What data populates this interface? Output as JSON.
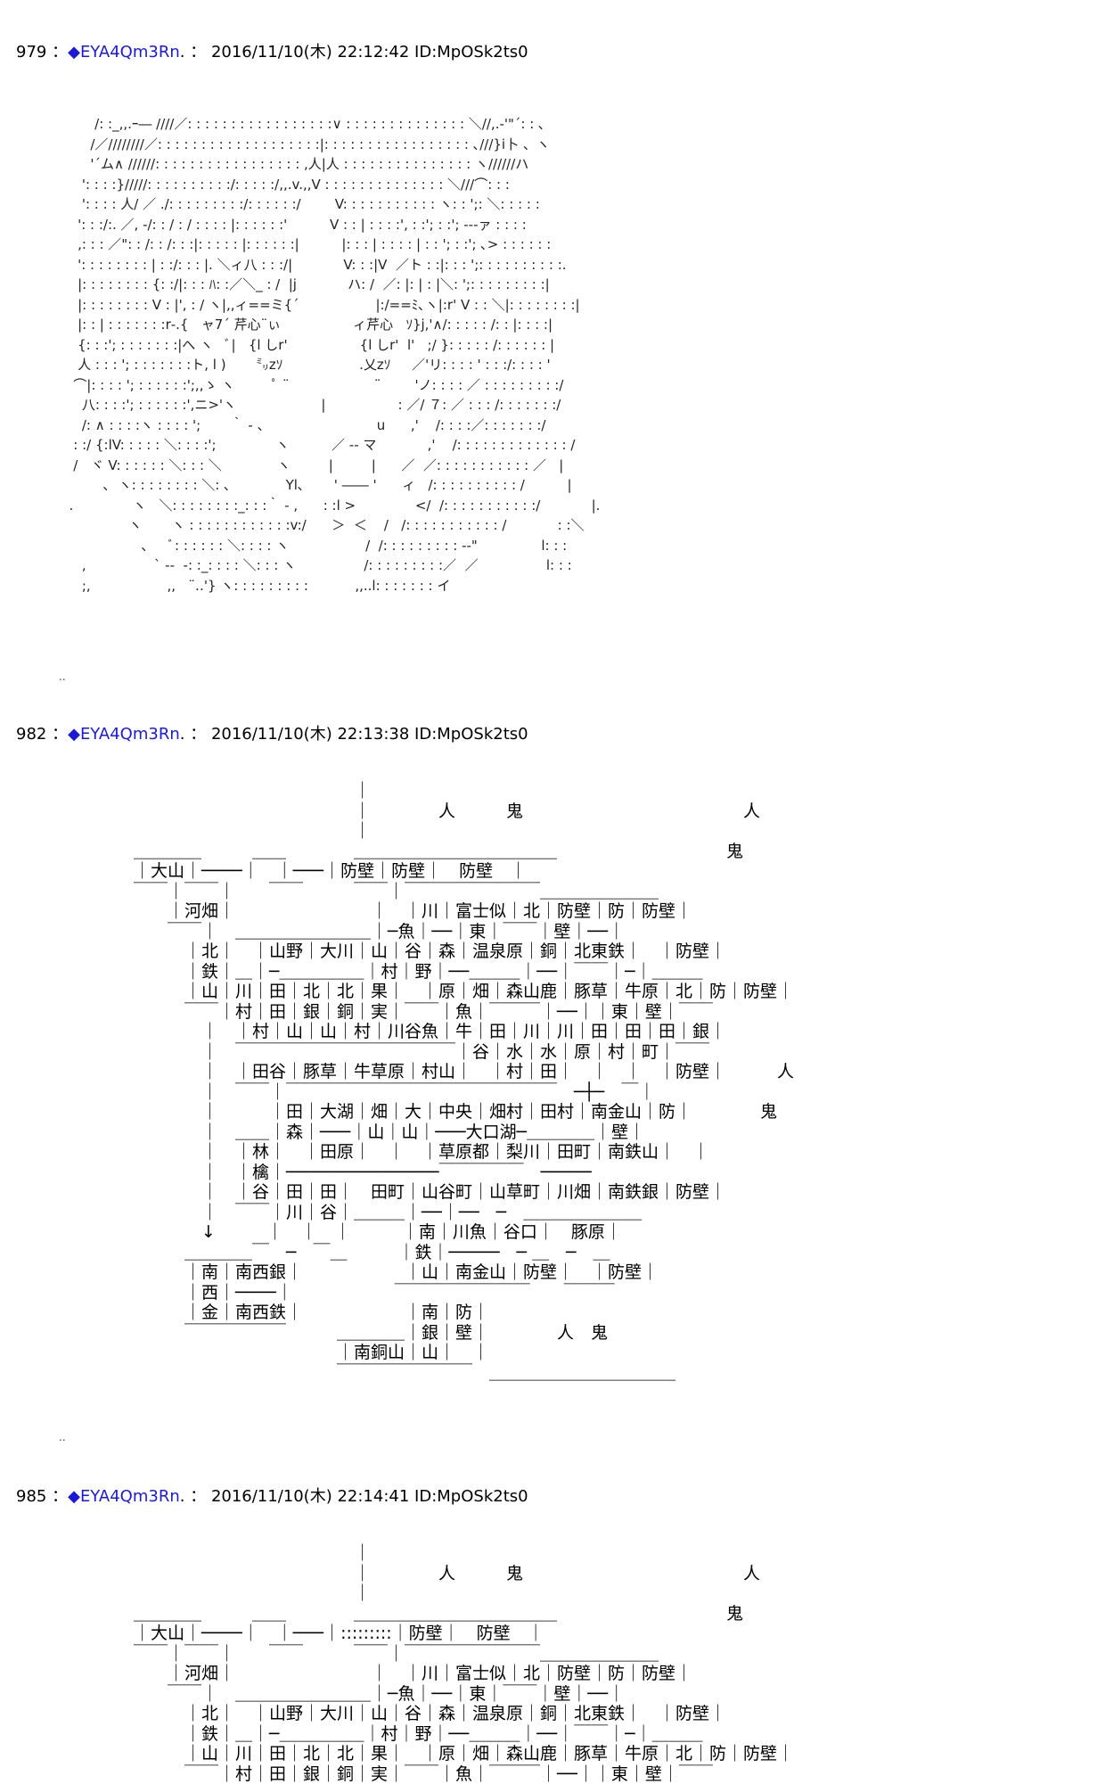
{
  "posts": [
    {
      "number": "979",
      "separator": "：",
      "diamond": "◆",
      "trip": "EYA4Qm3Rn",
      "trip_suffix": ". ：",
      "datetime": "2016/11/10(木) 22:12:42",
      "id": "ID:MpOSk2ts0",
      "aa_lines": [
        "        /: :_,,.ｰ― ////／: : : : : : : : : : : : : : : : :∨ : : : : : : : : : : : : : : ＼//,.-'\"´: : ､",
        "       /／////////／: : : : : : : : : : : : : : : : : : :|: : : : : : : : : : : : : : : : : ､///}i卜 、ヽ",
        "       '´ム∧ //////: : : : : : : : : : : : : : : : : ,人|人 : : : : : : : : : : : : : : : ヽ//////ハ",
        "     ': : : :}/////: : : : : : : : : :/: : : : :/,,.v.,,V : : : : : : : : : : : : : : ＼///⌒: : :",
        "     ': : : : 人/ ／ ./: : : : : : : : :/: : : : : :/        V: : : : : : : : : : : ヽ: : ';: ＼: : : : :",
        "    ': : :/:. ／, -/: : / : / : : : : |: : : : : :'          V : : | : : : :', : :'; : :'; ‐‐‐ァ : : : :",
        "    ,: : : ／\": : /: : /: : :|: : : : : |: : : : : :|          |: : : | : : : : | : : '; : :'; ､> : : : : : :",
        "    ': : : : : : : : | : :/: : : |. ＼ィ八 : : :/|            V: : :|V  ／ト : :|: : : ';: : : : : : : : : :.",
        "    |: : : : : : : : {: :/|: : : ﾊ: :／＼_ : /  |j            ハ: /  ／: |: | : |＼: ';: : : : : : : : :|",
        "    |: : : : : : : : V : |', : / ヽ|,,ィ==ミ{´                  |:/==ﾐ､ヽ|:r' V : : ＼|: : : : : : : :|",
        "    |: : | : : : : : : :r‐.{   ャ7´ 芹心¨ぃ                 ィ芹心   ｿ}j,'∧/: : : : : /: : |: : : :|",
        "    {: : :'; : : : : : : :|へ ヽ   ﾞ|   {l しr'                 {l しr'  l'   ;/ }: : : : : /: : : : : : |",
        "    人 : : : '; : : : : : : :ト, l )       ㍉zｿ                  .乂zｿ     ／'リ: : : : ' : : :/: : : : '",
        "   ⌒|: : : : '; : : : : : :';,,ゝ ヽ         ﾟ ¨                    ¨        'ノ: : : : ／ : : : : : : : : :/",
        "     八: : : :'; : : : : : :',ニ>'ヽ                    |                 : ／/ ７: ／ : : : /: : : : : : :/",
        "     /: ∧ : : : :ヽ : : : : ';       ｀ ‐ 、                         u      ,'    /: : : :／: : : : : : :/",
        "   : :/ {:lV: : : : : ＼: : : :';              ヽ          ／ ‐‐ マ            ,'    /: : : : : : : : : : : : : /",
        "   /   ヾ V: : : : : : ＼: : : ＼             ヽ         |         |      ／  ／: : : : : : : : : : : ／   |",
        "          ､  ヽ: : : : : : : : ＼: ､             Yl､       ' ―― '      ィ   /: : : : : : : : : : /          |",
        "  .              ヽ   ＼: : : : : : : :_: : :｀ ‐ ,      : :l >              </  /: : : : : : : : : : :/            |.",
        "                ヽ       ヽ : : : : : : : : : : : :v:/      ＞  ＜    /   /: : : : : : : : : : : /            : :＼",
        "                   ､     ﾞ: : : : : : ＼: : : : ヽ                  /  /: : : : : : : : : -‐\"               l: : :",
        "     ,                ` ‐-  -: :_: : : : ＼: : : ヽ                /: : : : : : : : :／  ／                l: : :",
        "     ;,                  ,,   ¨‥'} ヽ: : : : : : : : :           ,,..l: : : : : : : イ"
      ],
      "trailer": ".."
    },
    {
      "number": "982",
      "separator": "：",
      "diamond": "◆",
      "trip": "EYA4Qm3Rn",
      "trip_suffix": ". ：",
      "datetime": "2016/11/10(木) 22:13:38",
      "id": "ID:MpOSk2ts0",
      "aa_lines": [
        "　　　　　　　　　　　　　｜",
        "　　　　　　　　　　　　　｜　　　　人　　　鬼　　　　　　　　　　　　　人",
        "　　　　　　　　　　　　　｜",
        "＿＿＿＿　　　＿＿　　　　＿＿＿＿＿＿＿＿＿＿＿＿　　　　　　　　　　鬼",
        "｜大山｜────｜　｜───｜防壁｜防壁｜　防壁　｜",
        "￣￣｜￣￣｜　　￣￣　　　￣￣｜￣￣￣￣￣￣￣￣＿＿＿＿＿＿＿",
        "　　｜河畑｜　　　　　　　　｜　｜川｜富士似｜北｜防壁｜防｜防壁｜",
        "　　￣￣｜　＿＿＿＿＿＿＿＿｜─魚｜──｜東｜￣￣｜壁｜──｜",
        "　　　｜北｜　｜山野｜大川｜山｜谷｜森｜温泉原｜銅｜北東鉄｜　｜防壁｜",
        "　　　｜鉄｜＿｜─＿＿＿＿＿｜村｜野｜──＿＿＿｜──｜￣￣｜─｜＿＿＿",
        "　　　｜山｜川｜田｜北｜北｜果｜　｜原｜畑｜森山鹿｜豚草｜牛原｜北｜防｜防壁｜",
        "　　　￣￣｜村｜田｜銀｜銅｜実｜￣￣｜魚｜￣￣￣｜──｜｜東｜壁｜￣￣",
        "　　　　｜　｜村｜山｜山｜村｜川谷魚｜牛｜田｜川｜川｜田｜田｜田｜銀｜",
        "　　　　｜　￣￣￣￣￣￣￣￣￣￣￣￣￣｜谷｜水｜水｜原｜村｜町｜￣￣",
        "　　　　｜　｜田谷｜豚草｜牛草原｜村山｜　｜村｜田｜　｜　｜　｜防壁｜　　　人",
        "　　　　｜　￣￣｜￣￣￣￣￣￣￣￣￣￣￣￣￣￣￣￣　─┼─　￣｜",
        "　　　　｜　　　｜田｜大湖｜畑｜大｜中央｜畑村｜田村｜南金山｜防｜　　　　鬼",
        "　　　　｜　＿＿｜森｜───｜山｜山｜───大口湖─＿＿＿＿｜壁｜",
        "　　　　｜　｜林｜　｜田原｜　｜　｜草原都｜梨川｜田町｜南鉄山｜　｜",
        "　　　　｜　｜檎｜───────────────￣￣￣￣￣　─────",
        "　　　　｜　｜谷｜田｜田｜　田町｜山谷町｜山草町｜川畑｜南鉄銀｜防壁｜",
        "　　　　｜　￣￣｜川｜谷｜＿＿＿｜──｜──　─　＿＿＿＿＿＿＿",
        "　　　　↓　　　｜　｜　｜　　　｜南｜川魚｜谷口｜　豚原｜",
        "　　　＿＿＿＿￣　─　￣＿　　　｜鉄｜─────　─ ＿　─　＿",
        "　　　｜南｜南西銀｜　　　　　　｜山｜南金山｜防壁｜　｜防壁｜",
        "　　　｜西｜────｜　　　　　　￣￣￣￣￣￣￣￣　　￣￣￣",
        "　　　｜金｜南西鉄｜　　　　　　｜南｜防｜",
        "　　　￣￣￣￣￣￣　　　＿＿＿＿｜銀｜壁｜　　　　人　鬼",
        "　　　　　　　　　　　　｜南銅山｜山｜　｜",
        "　　　　　　　　　　　　￣￣￣￣￣￣￣￣　＿＿＿＿＿＿＿＿＿＿＿"
      ],
      "trailer": ".."
    },
    {
      "number": "985",
      "separator": "：",
      "diamond": "◆",
      "trip": "EYA4Qm3Rn",
      "trip_suffix": ". ：",
      "datetime": "2016/11/10(木) 22:14:41",
      "id": "ID:MpOSk2ts0",
      "aa_lines": [
        "　　　　　　　　　　　　　｜",
        "　　　　　　　　　　　　　｜　　　　人　　　鬼　　　　　　　　　　　　　人",
        "　　　　　　　　　　　　　｜",
        "＿＿＿＿　　　＿＿　　　　＿＿＿＿＿＿＿＿＿＿＿＿　　　　　　　　　　鬼",
        "｜大山｜────｜　｜───｜:::::::::｜防壁｜　防壁　｜",
        "￣￣｜￣￣｜　　￣￣　　　￣￣｜￣￣￣￣￣￣￣￣＿＿＿＿＿＿＿",
        "　　｜河畑｜　　　　　　　　｜　｜川｜富士似｜北｜防壁｜防｜防壁｜",
        "　　￣￣｜　＿＿＿＿＿＿＿＿｜─魚｜──｜東｜￣￣｜壁｜──｜",
        "　　　｜北｜　｜山野｜大川｜山｜谷｜森｜温泉原｜銅｜北東鉄｜　｜防壁｜",
        "　　　｜鉄｜＿｜─＿＿＿＿＿｜村｜野｜──＿＿＿｜──｜￣￣｜─｜＿＿＿",
        "　　　｜山｜川｜田｜北｜北｜果｜　｜原｜畑｜森山鹿｜豚草｜牛原｜北｜防｜防壁｜",
        "　　　￣￣｜村｜田｜銀｜銅｜実｜￣￣｜魚｜￣￣￣｜──｜｜東｜壁｜￣￣"
      ]
    }
  ]
}
